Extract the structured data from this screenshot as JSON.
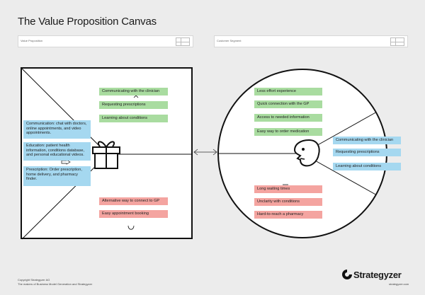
{
  "title": "The Value Proposition Canvas",
  "value_proposition": {
    "label": "Value Proposition"
  },
  "customer_segment": {
    "label": "Customer Segment"
  },
  "gain_creators": [
    "Communicating with the clinician",
    "Requesting prescriptions",
    "Learning about conditions"
  ],
  "products_services": [
    "Communication: chat with doctors, online appointments, and video appointments.",
    "Education: patient health information, conditions database, and personal educational videos.",
    "Prescription: Order prescription, home delivery, and pharmacy finder."
  ],
  "pain_relievers": [
    "Alternative way to connect to GP",
    "Easy appointment booking"
  ],
  "gains": [
    "Less effort experience",
    "Quick connection with the GP",
    "Access to needed information",
    "Easy way to order medication"
  ],
  "customer_jobs": [
    "Communicating with the clinician",
    "Requesting prescriptions",
    "Learning about conditions"
  ],
  "pains": [
    "Long waiting times",
    "Unclarity with conditions",
    "Hard-to-reach a pharmacy"
  ],
  "footer": {
    "copyright": "Copyright Strategyzer AG",
    "tagline": "The makers of Business Model Generation and Strategyzer"
  },
  "brand": {
    "name": "Strategyzer",
    "url": "strategyzer.com"
  },
  "colors": {
    "gain": "#a9dca0",
    "pain": "#f4a4a0",
    "product": "#a5d8f0"
  }
}
